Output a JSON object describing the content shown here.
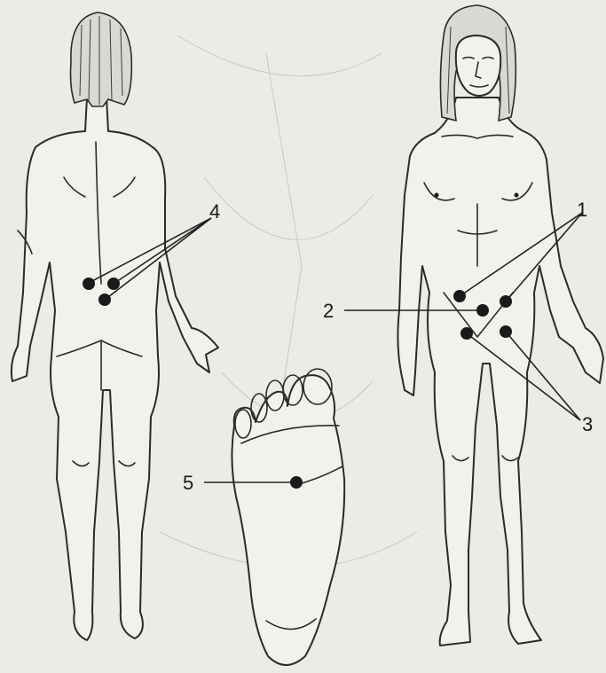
{
  "callouts": {
    "c1": "1",
    "c2": "2",
    "c3": "3",
    "c4": "4",
    "c5": "5"
  },
  "figures": [
    "back-view",
    "front-view",
    "foot-sole"
  ],
  "colors": {
    "background": "#ecebe6",
    "ink": "#2b2b2b",
    "point": "#1a1a1a"
  }
}
